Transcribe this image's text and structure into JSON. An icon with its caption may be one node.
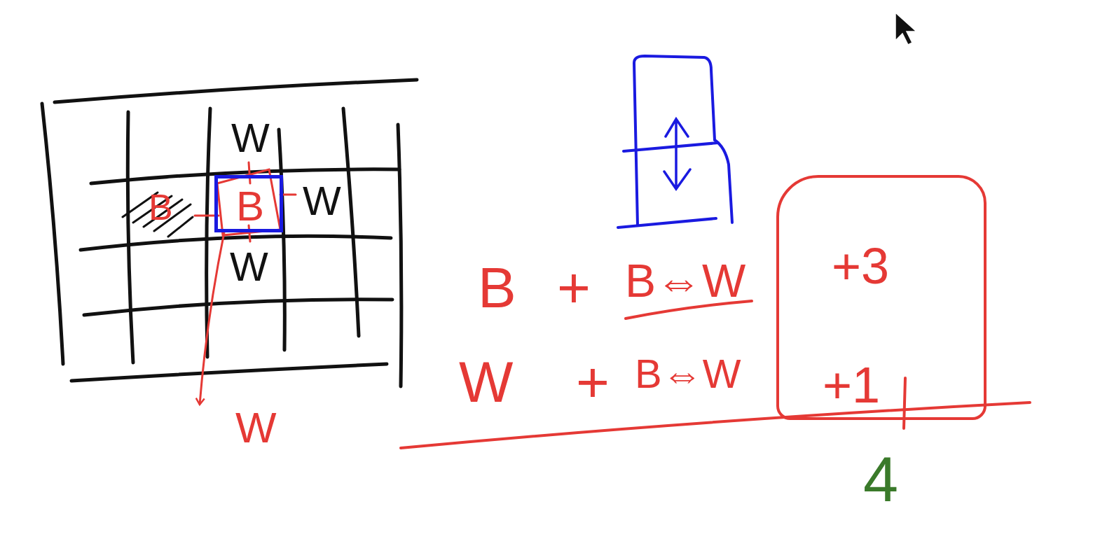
{
  "diagram": {
    "nodes": [
      {
        "text": [
          "B"
        ]
      },
      {
        "text": [
          "W"
        ]
      },
      {
        "text": [
          "+3",
          "+1"
        ]
      }
    ],
    "edges": [
      {
        "from": 0,
        "to": 1,
        "arrow": "to"
      }
    ],
    "labels": [
      "W",
      "B",
      "W",
      "W",
      "B",
      "+",
      "B⇔W",
      "W",
      "+",
      "B⇔W",
      "4"
    ]
  }
}
